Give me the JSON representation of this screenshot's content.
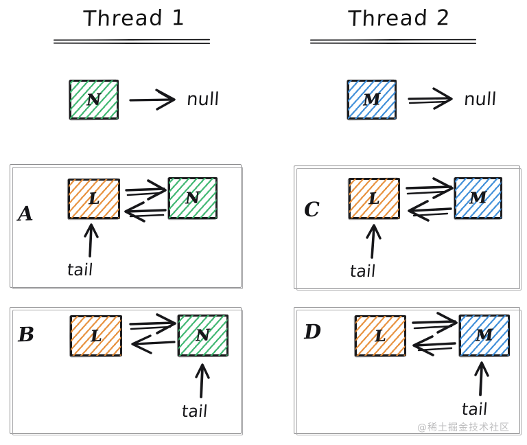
{
  "diagram": {
    "title_left": "Thread 1",
    "title_right": "Thread 2",
    "watermark": "@稀土掘金技术社区"
  },
  "columns": [
    {
      "id": "thread-1",
      "header": "Thread 1",
      "top_node": {
        "label": "N",
        "color": "#3bb56e",
        "color_name": "green"
      },
      "top_target": "null"
    },
    {
      "id": "thread-2",
      "header": "Thread 2",
      "top_node": {
        "label": "M",
        "color": "#3b8cd8",
        "color_name": "blue"
      },
      "top_target": "null"
    }
  ],
  "panels": [
    {
      "id": "panel-a",
      "letter": "A",
      "left_node": {
        "label": "L",
        "color": "#e78e39",
        "color_name": "orange"
      },
      "right_node": {
        "label": "N",
        "color": "#3bb56e",
        "color_name": "green"
      },
      "arrows": [
        "left-to-right",
        "right-to-left"
      ],
      "tail": {
        "label": "tail",
        "points_to": "left_node"
      }
    },
    {
      "id": "panel-b",
      "letter": "B",
      "left_node": {
        "label": "L",
        "color": "#e78e39",
        "color_name": "orange"
      },
      "right_node": {
        "label": "N",
        "color": "#3bb56e",
        "color_name": "green"
      },
      "arrows": [
        "left-to-right",
        "right-to-left"
      ],
      "tail": {
        "label": "tail",
        "points_to": "right_node"
      }
    },
    {
      "id": "panel-c",
      "letter": "C",
      "left_node": {
        "label": "L",
        "color": "#e78e39",
        "color_name": "orange"
      },
      "right_node": {
        "label": "M",
        "color": "#3b8cd8",
        "color_name": "blue"
      },
      "arrows": [
        "left-to-right",
        "right-to-left"
      ],
      "tail": {
        "label": "tail",
        "points_to": "left_node"
      }
    },
    {
      "id": "panel-d",
      "letter": "D",
      "left_node": {
        "label": "L",
        "color": "#e78e39",
        "color_name": "orange"
      },
      "right_node": {
        "label": "M",
        "color": "#3b8cd8",
        "color_name": "blue"
      },
      "arrows": [
        "left-to-right",
        "right-to-left"
      ],
      "tail": {
        "label": "tail",
        "points_to": "right_node"
      }
    }
  ],
  "colors": {
    "ink": "#17171a",
    "green": "#3bb56e",
    "blue": "#3b8cd8",
    "orange": "#e78e39",
    "panel_border": "#8e8e90",
    "background": "#ffffff"
  }
}
